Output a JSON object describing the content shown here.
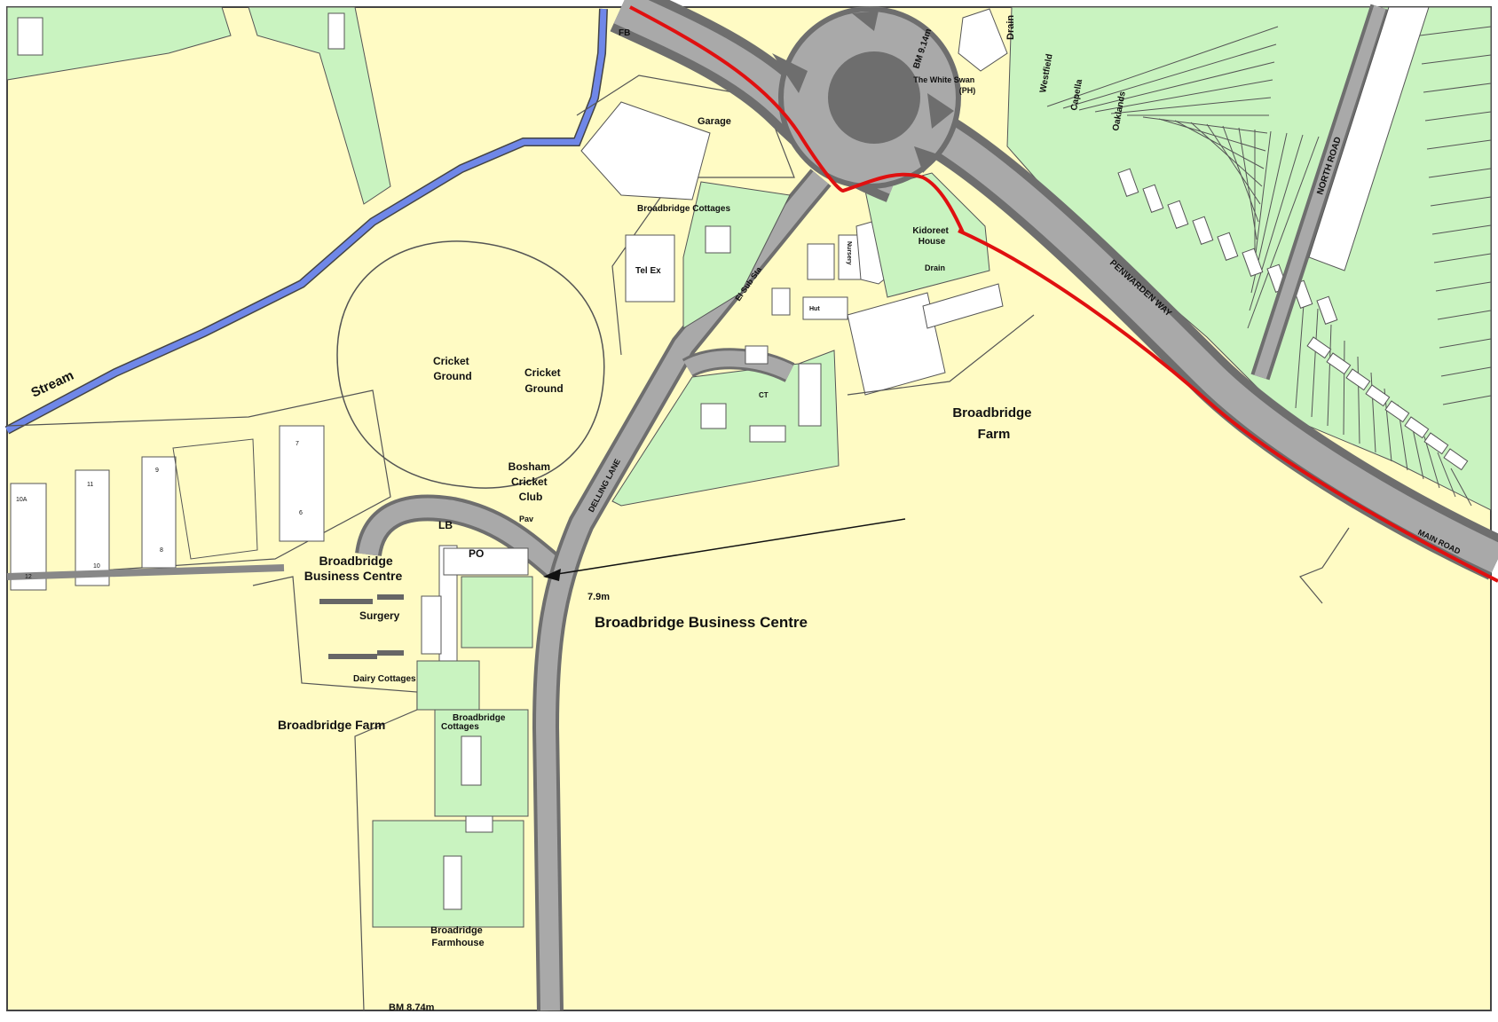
{
  "map": {
    "colors": {
      "land": "#fffbc4",
      "garden": "#c9f3c0",
      "road": "#a9a9a9",
      "road_dark": "#6e6e6e",
      "building": "#ffffff",
      "stream": "#6f87e8",
      "boundary": "#e01010",
      "outline": "#444444"
    },
    "labels": {
      "stream": "Stream",
      "fb": "FB",
      "garage": "Garage",
      "broadbridge_cottages_top": "Broadbridge Cottages",
      "tel_ex": "Tel Ex",
      "cricket_ground_1": [
        "Cricket",
        "Ground"
      ],
      "cricket_ground_2": [
        "Cricket",
        "Ground"
      ],
      "bosham_cricket_club": [
        "Bosham",
        "Cricket",
        "Club"
      ],
      "lb": "LB",
      "po": "PO",
      "pav": "Pav",
      "broadbridge_business_centre_left": [
        "Broadbridge",
        "Business Centre"
      ],
      "surgery": "Surgery",
      "dairy_cottages": "Dairy Cottages",
      "broadbridge_farm_left": "Broadbridge Farm",
      "broadbridge_cottages_vertical": [
        "Broadbridge",
        "Cottages"
      ],
      "broadridge_farmhouse": [
        "Broadridge",
        "Farmhouse"
      ],
      "bm_874": "BM 8.74m",
      "elevation_79": "7.9m",
      "broadbridge_business_centre_main": "Broadbridge Business Centre",
      "broadbridge_farm_right": [
        "Broadbridge",
        "Farm"
      ],
      "white_swan": [
        "The White Swan",
        "(PH)"
      ],
      "bm_914": "BM 9.14m",
      "drain_top": "Drain",
      "kidoreet_house": [
        "Kidoreet",
        "House"
      ],
      "drain_mid": "Drain",
      "westfield": "Westfield",
      "capella": "Capella",
      "oaklands": "Oaklands",
      "north_road": "NORTH ROAD",
      "penwarden_way": "PENWARDEN WAY",
      "main_road": "MAIN ROAD",
      "delling_lane": "DELLING LANE",
      "el_sub_sta": "El Sub Sta",
      "ct": "CT",
      "nursery": "Nursery",
      "hut": "Hut",
      "unit_numbers": [
        "10A",
        "11",
        "9",
        "7",
        "12",
        "10",
        "8",
        "6"
      ]
    }
  }
}
